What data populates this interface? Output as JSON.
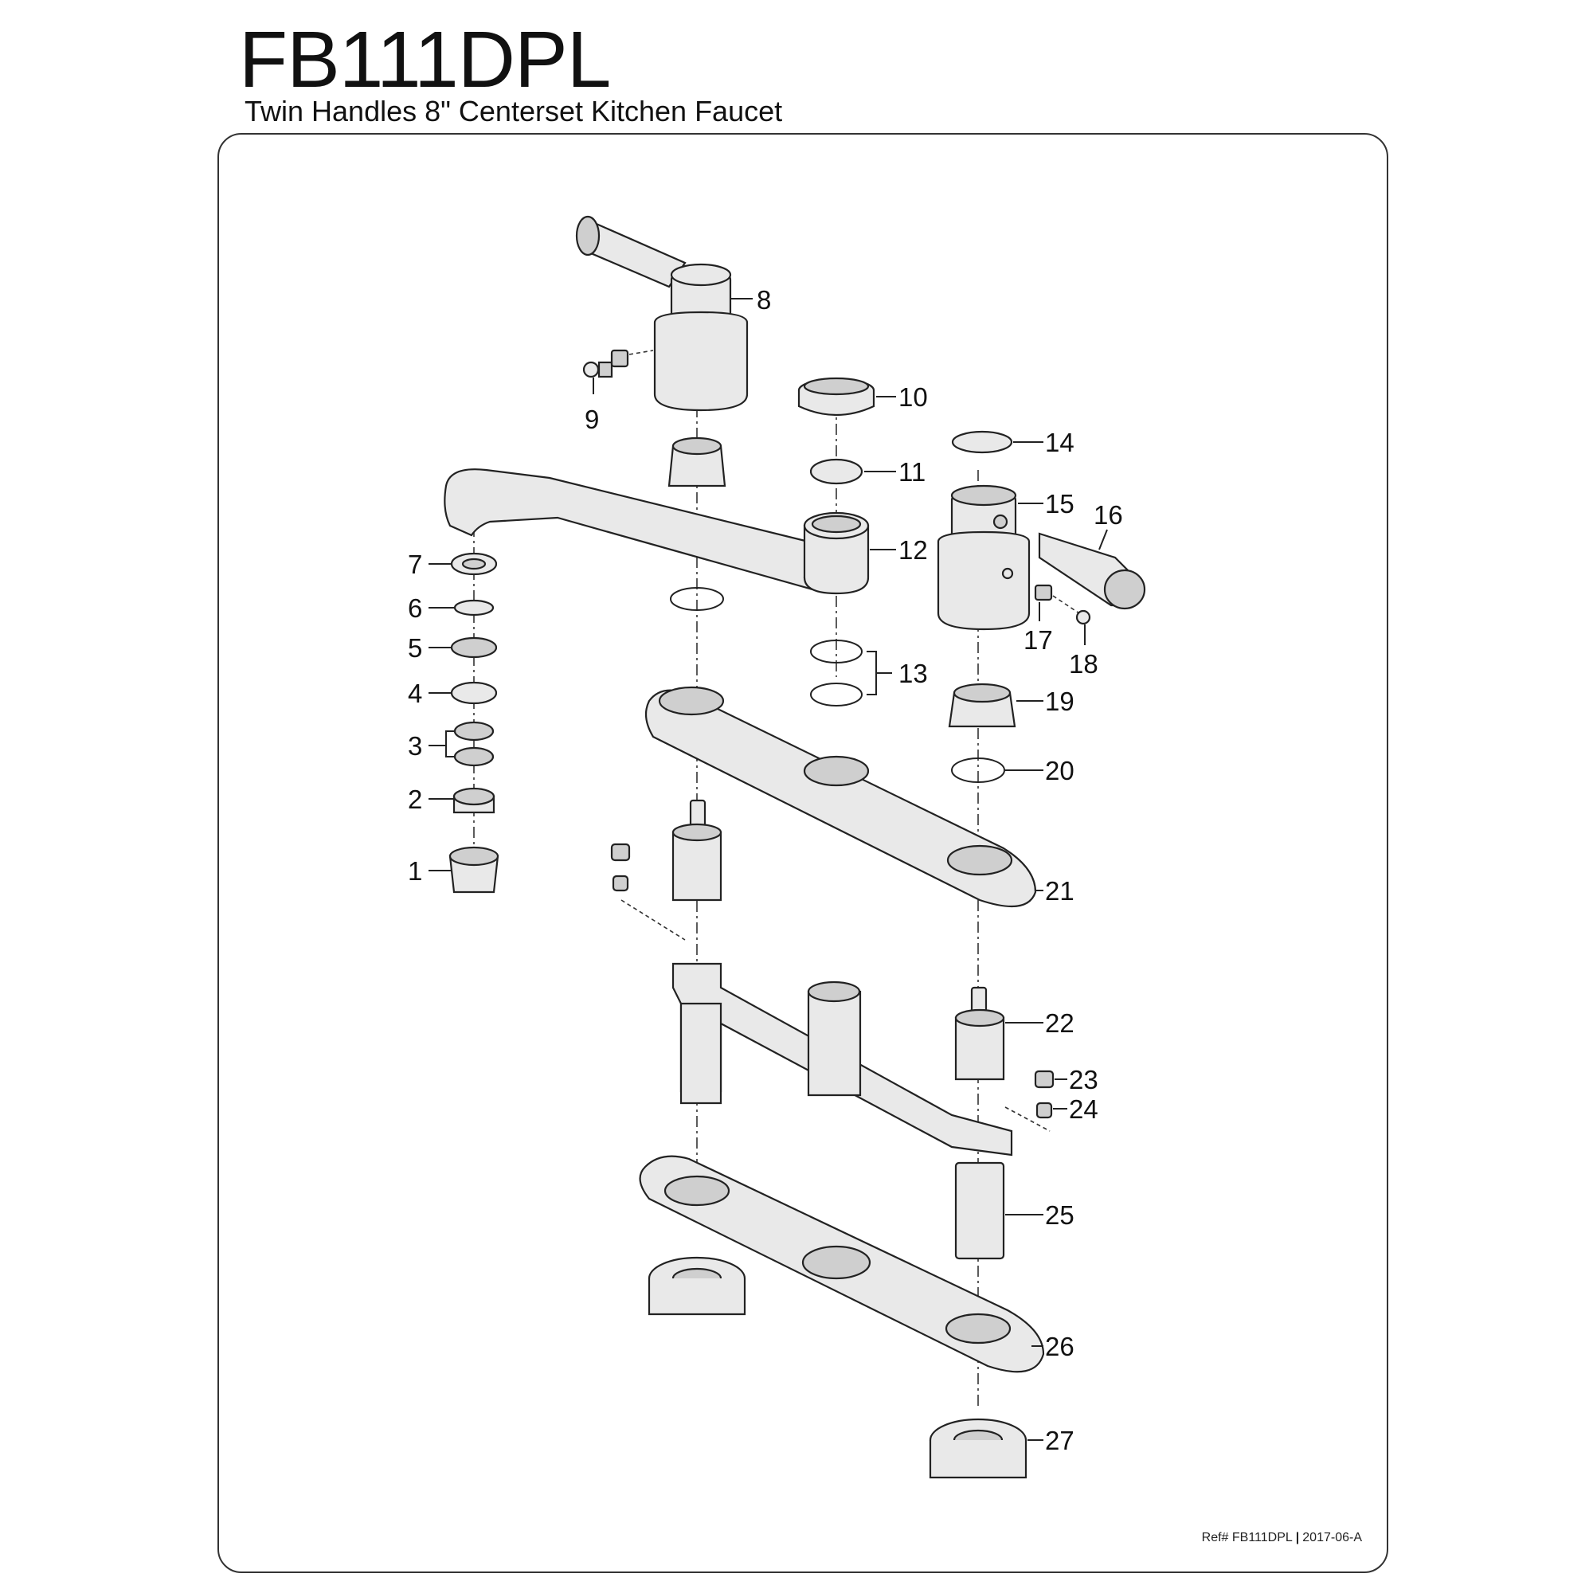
{
  "title": "FB111DPL",
  "subtitle": "Twin Handles 8\" Centerset Kitchen Faucet",
  "footer": {
    "ref": "Ref# FB111DPL",
    "separator": "|",
    "revision": "2017-06-A"
  },
  "part_labels": [
    "1",
    "2",
    "3",
    "4",
    "5",
    "6",
    "7",
    "8",
    "9",
    "10",
    "11",
    "12",
    "13",
    "14",
    "15",
    "16",
    "17",
    "18",
    "19",
    "20",
    "21",
    "22",
    "23",
    "24",
    "25",
    "26",
    "27"
  ]
}
